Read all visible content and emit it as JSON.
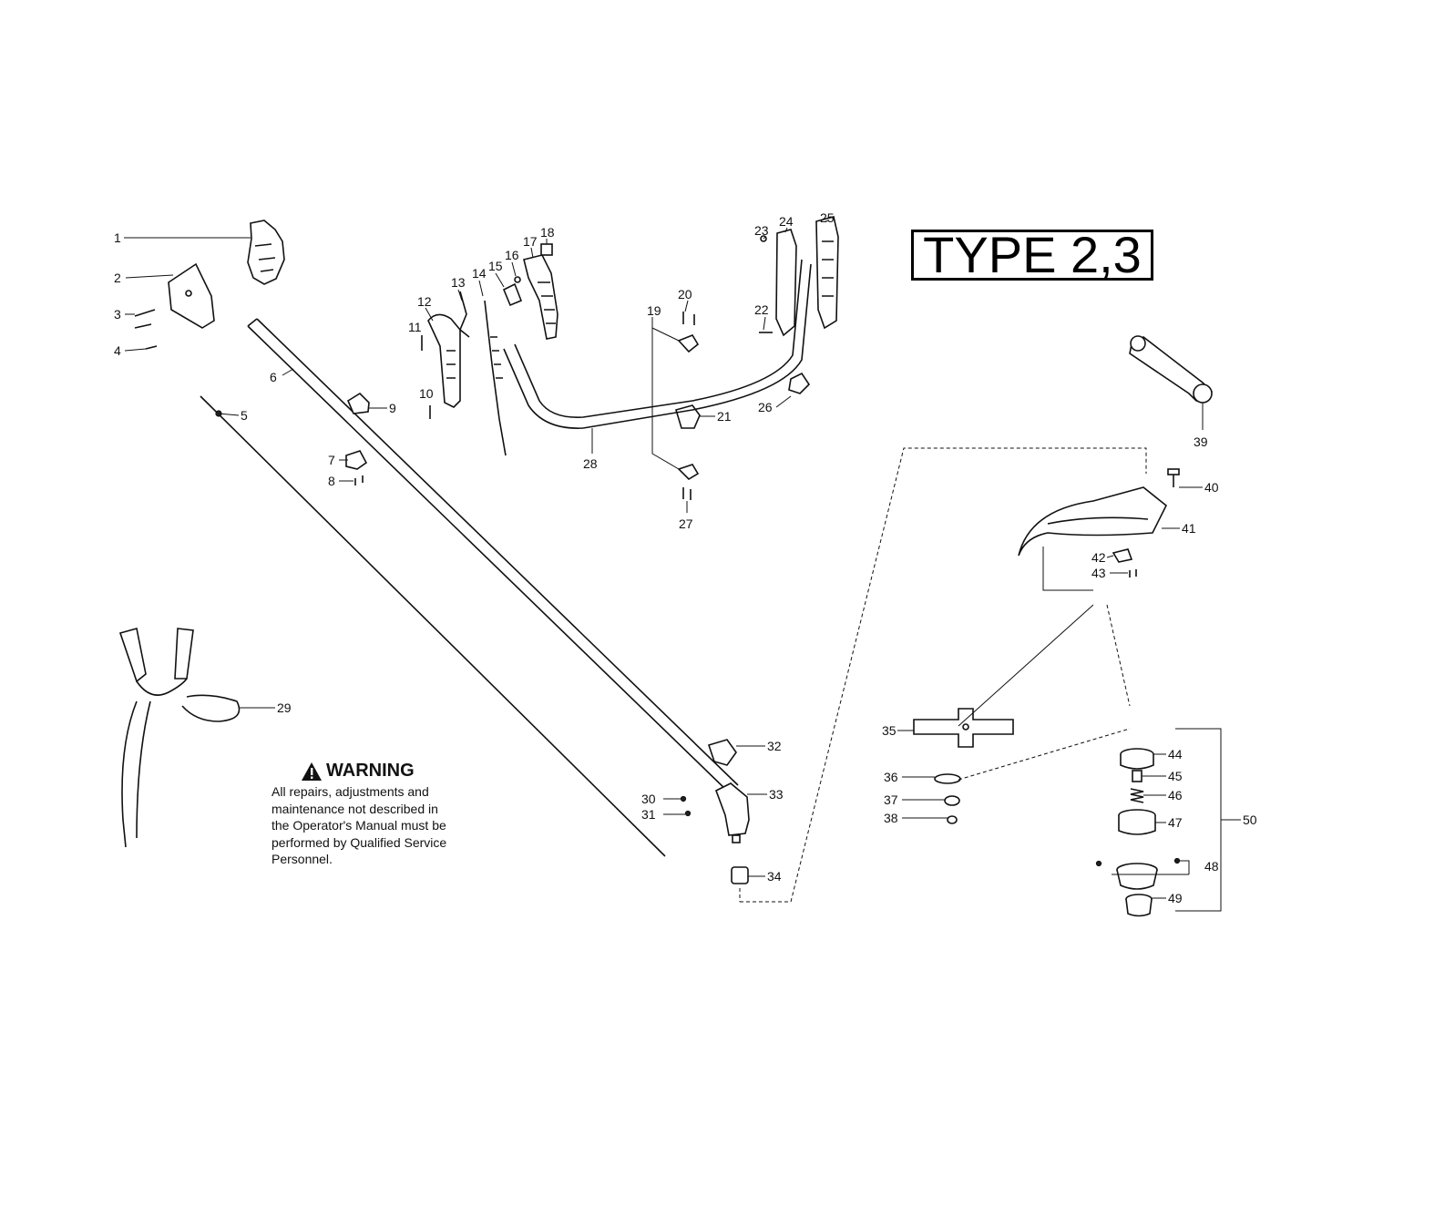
{
  "type_label": "TYPE 2,3",
  "warning": {
    "heading": "WARNING",
    "lines": [
      "All repairs, adjustments and",
      "maintenance not described in",
      "the Operator's Manual must be",
      "performed by Qualified Service",
      "Personnel."
    ]
  },
  "callouts": [
    "1",
    "2",
    "3",
    "4",
    "5",
    "6",
    "7",
    "8",
    "9",
    "10",
    "11",
    "12",
    "13",
    "14",
    "15",
    "16",
    "17",
    "18",
    "19",
    "20",
    "21",
    "22",
    "23",
    "24",
    "25",
    "26",
    "27",
    "28",
    "29",
    "30",
    "31",
    "32",
    "33",
    "34",
    "35",
    "36",
    "37",
    "38",
    "39",
    "40",
    "41",
    "42",
    "43",
    "44",
    "45",
    "46",
    "47",
    "48",
    "49",
    "50"
  ]
}
